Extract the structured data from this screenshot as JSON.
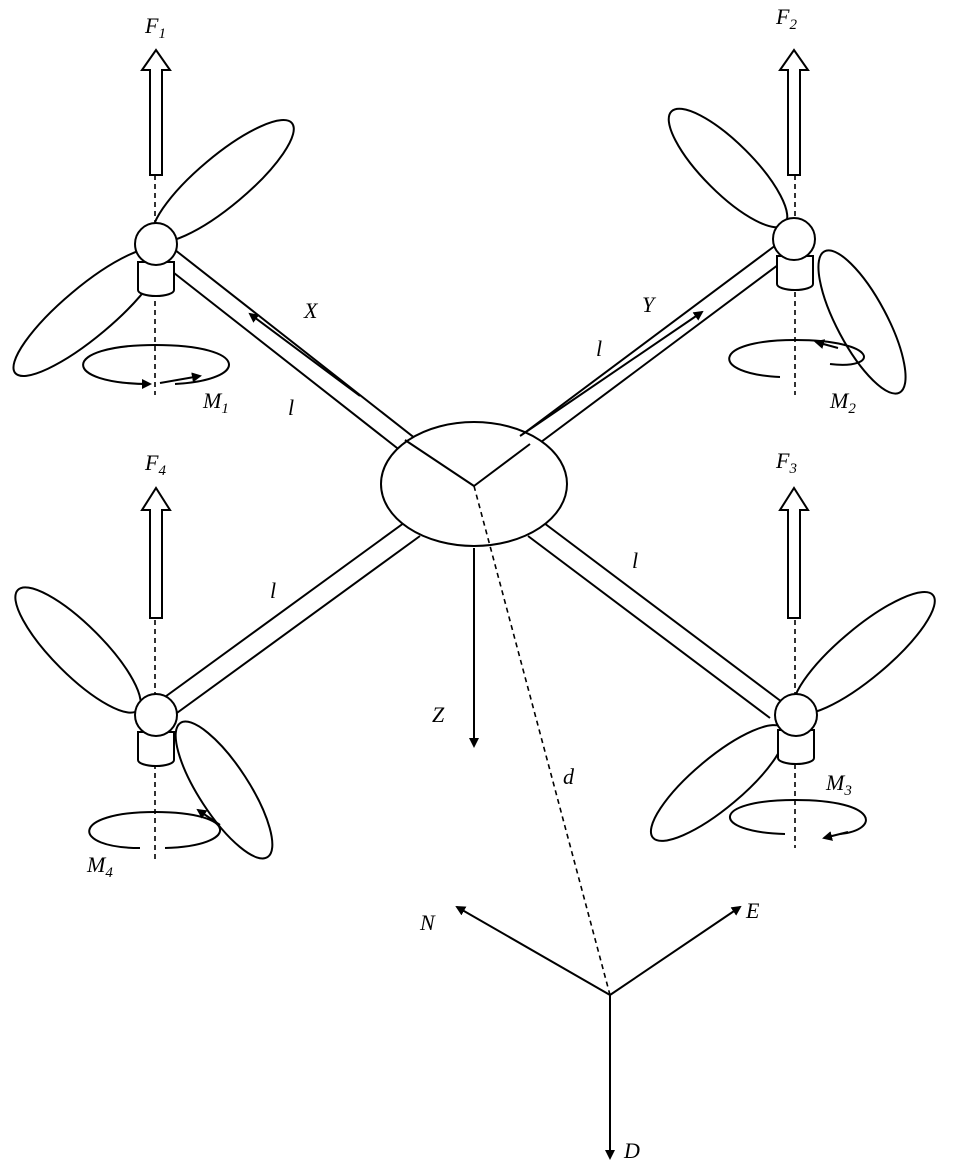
{
  "labels": {
    "F1": {
      "main": "F",
      "sub": "1"
    },
    "F2": {
      "main": "F",
      "sub": "2"
    },
    "F3": {
      "main": "F",
      "sub": "3"
    },
    "F4": {
      "main": "F",
      "sub": "4"
    },
    "M1": {
      "main": "M",
      "sub": "1"
    },
    "M2": {
      "main": "M",
      "sub": "2"
    },
    "M3": {
      "main": "M",
      "sub": "3"
    },
    "M4": {
      "main": "M",
      "sub": "4"
    },
    "X": "X",
    "Y": "Y",
    "Z": "Z",
    "arm_length": "l",
    "distance": "d",
    "N": "N",
    "E": "E",
    "D": "D"
  }
}
